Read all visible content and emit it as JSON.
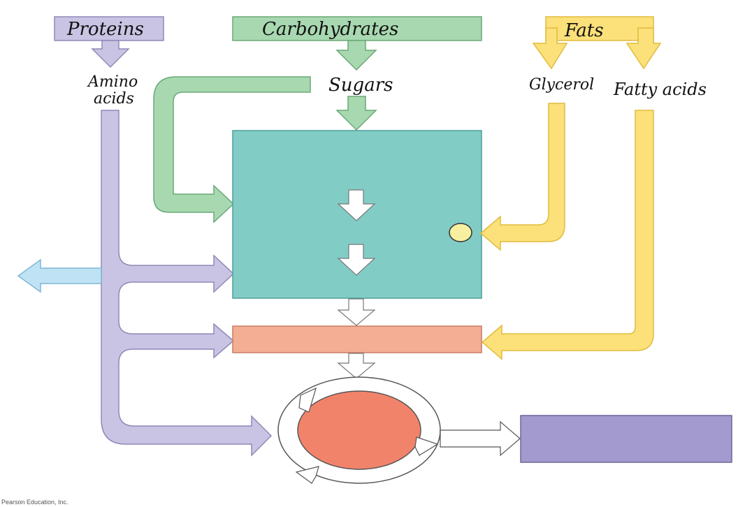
{
  "labels": {
    "proteins": "Proteins",
    "carbohydrates": "Carbohydrates",
    "fats": "Fats",
    "amino_acids_line1": "Amino",
    "amino_acids_line2": "acids",
    "sugars": "Sugars",
    "glycerol": "Glycerol",
    "fatty_acids": "Fatty acids"
  },
  "credit": "Pearson Education, Inc.",
  "colors": {
    "protein": "#c9c4e3",
    "protein_stroke": "#8f88b8",
    "carb": "#a8d8b0",
    "carb_stroke": "#6aa877",
    "fat": "#fce07a",
    "fat_stroke": "#e0bc3c",
    "glycolysis_box": "#82ccc6",
    "pyruvate_box": "#f4ae94",
    "krebs_circle": "#f2836b",
    "etc_box": "#a39bcf",
    "ammonia_arrow": "#bfe3f5",
    "white_arrow": "#ffffff"
  }
}
